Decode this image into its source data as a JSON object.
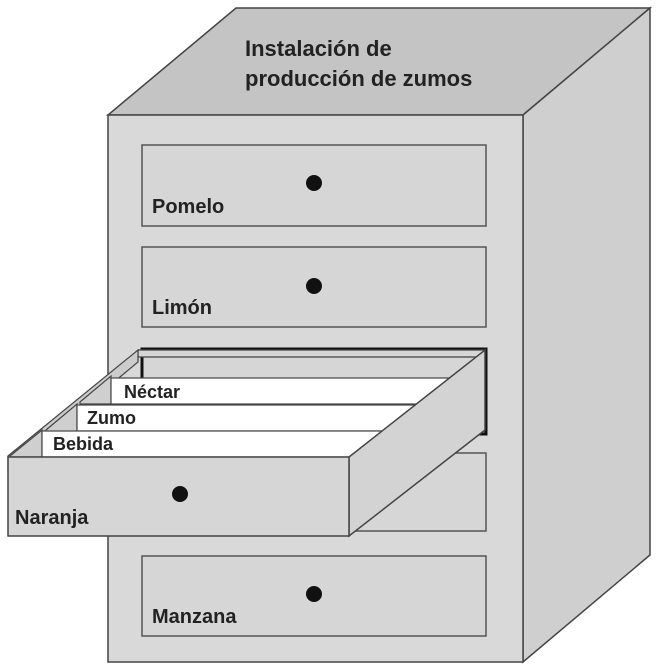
{
  "title_lines": [
    "Instalación de",
    "producción de zumos"
  ],
  "drawers": {
    "pomelo": "Pomelo",
    "limon": "Limón",
    "naranja": "Naranja",
    "manzana": "Manzana"
  },
  "folders": {
    "nectar": "Néctar",
    "zumo": "Zumo",
    "bebida": "Bebida"
  },
  "colors": {
    "front": "#d9d9d9",
    "top": "#c4c4c4",
    "side": "#cfcfcf",
    "drawer_face": "#d6d6d6",
    "outline": "#444444",
    "folder": "#ffffff",
    "knob": "#111111"
  }
}
